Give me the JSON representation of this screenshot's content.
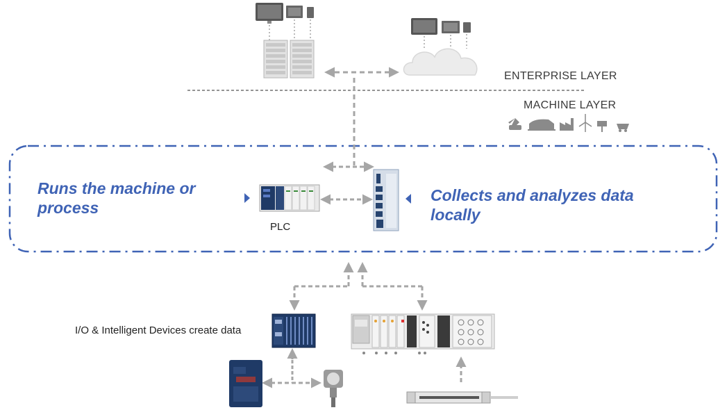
{
  "labels": {
    "enterprise_layer": "ENTERPRISE LAYER",
    "machine_layer": "MACHINE LAYER",
    "runs_machine": "Runs the machine or process",
    "collects_data": "Collects and analyzes data locally",
    "plc": "PLC",
    "io_devices": "I/O & Intelligent Devices create data"
  },
  "colors": {
    "accent_blue": "#3f63b5",
    "arrow_gray": "#a6a6a6",
    "device_navy": "#1f3a66",
    "device_gray": "#d9d9d9"
  },
  "icons": {
    "machine_layer_icons": [
      "excavator-icon",
      "train-icon",
      "factory-icon",
      "wind-turbine-icon",
      "utility-pole-icon",
      "mining-cart-icon"
    ]
  }
}
